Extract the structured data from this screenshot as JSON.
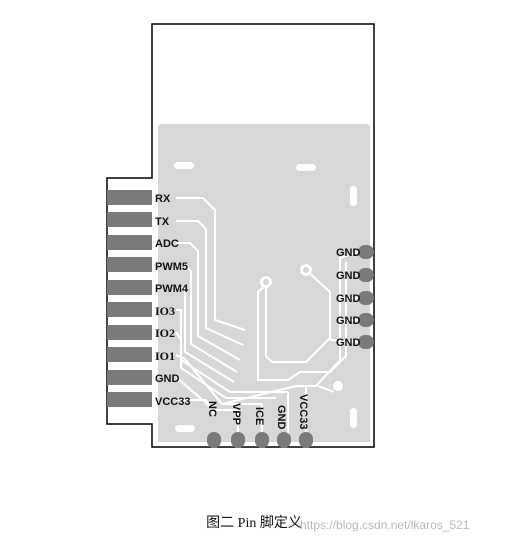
{
  "left_pins": [
    "RX",
    "TX",
    "ADC",
    "PWM5",
    "PWM4",
    "IO3",
    "IO2",
    "IO1",
    "GND",
    "VCC33"
  ],
  "right_pins": [
    "GND",
    "GND",
    "GND",
    "GND",
    "GND"
  ],
  "bottom_pins": [
    "NC",
    "VPP",
    "ICE",
    "GND",
    "VCC33"
  ],
  "caption": "图二  Pin 脚定义",
  "watermark": "https://blog.csdn.net/lkaros_521",
  "colors": {
    "board_fill": "#d7d7d7",
    "outline": "#000000",
    "trace": "#ffffff",
    "pad": "#7a7a7a"
  }
}
